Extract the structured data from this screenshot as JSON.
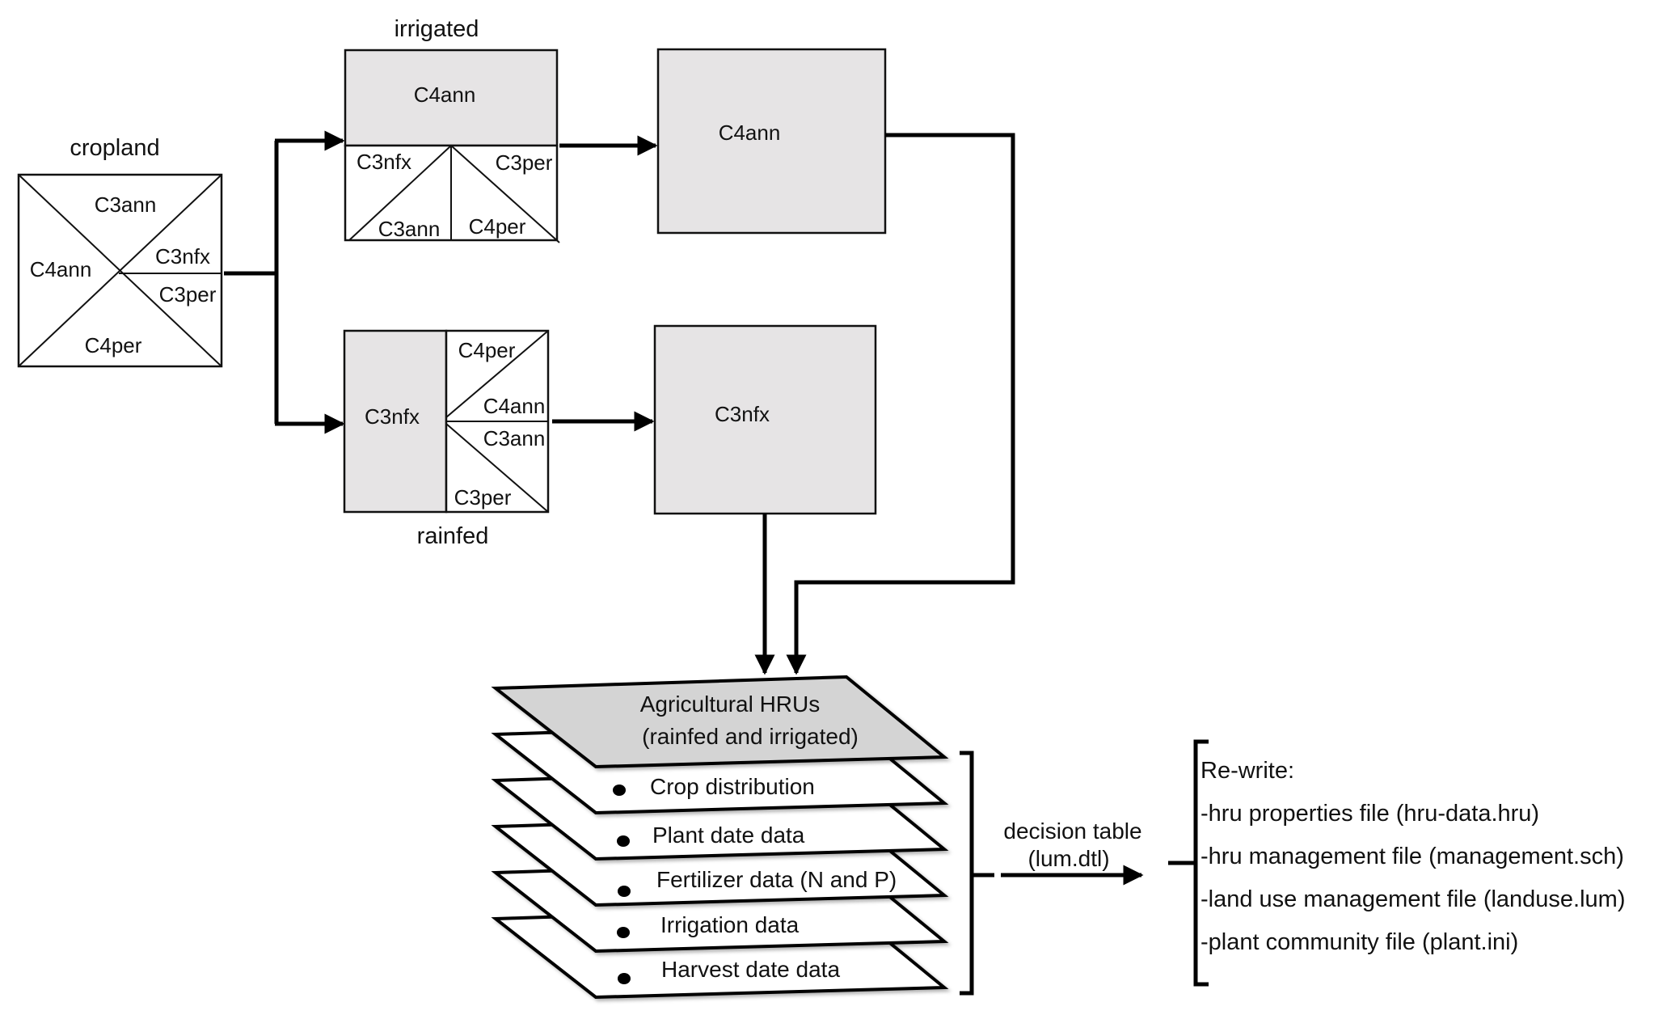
{
  "colors": {
    "box_fill": "#e6e4e5",
    "layer_fill": "#ffffff",
    "top_layer_fill": "#d4d4d4",
    "line": "#000000"
  },
  "cropland": {
    "title": "cropland",
    "sections": {
      "top": "C3ann",
      "left": "C4ann",
      "right_upper": "C3nfx",
      "right_lower": "C3per",
      "bottom": "C4per"
    }
  },
  "irrigated": {
    "title": "irrigated",
    "dominant": "C4ann",
    "sections": {
      "top_left": "C3nfx",
      "top_right": "C3per",
      "bottom_left": "C3ann",
      "bottom_right": "C4per"
    },
    "result": "C4ann"
  },
  "rainfed": {
    "title": "rainfed",
    "dominant": "C3nfx",
    "sections": {
      "top": "C4per",
      "upper_right": "C4ann",
      "lower_right": "C3ann",
      "bottom": "C3per"
    },
    "result": "C3nfx"
  },
  "hru_stack": {
    "title_line1": "Agricultural HRUs",
    "title_line2": "(rainfed and irrigated)",
    "layers": [
      "Crop distribution",
      "Plant date data",
      "Fertilizer data (N and P)",
      "Irrigation data",
      "Harvest date data"
    ]
  },
  "decision": {
    "line1": "decision table",
    "line2": "(lum.dtl)"
  },
  "rewrite": {
    "heading": "Re-write:",
    "items": [
      "-hru properties file (hru-data.hru)",
      "-hru management file (management.sch)",
      "-land use management file (landuse.lum)",
      "-plant community file (plant.ini)"
    ]
  }
}
